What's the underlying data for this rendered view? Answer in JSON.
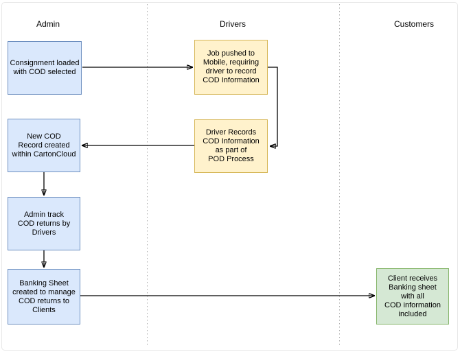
{
  "diagram": {
    "lanes": [
      {
        "label": "Admin"
      },
      {
        "label": "Drivers"
      },
      {
        "label": "Customers"
      }
    ],
    "nodes": [
      {
        "id": "consignment-loaded",
        "lane": "Admin",
        "type": "blue",
        "label": "Consignment loaded\nwith COD selected"
      },
      {
        "id": "job-pushed",
        "lane": "Drivers",
        "type": "yellow",
        "label": "Job pushed to\nMobile, requiring\ndriver to record\nCOD Information"
      },
      {
        "id": "new-cod-record",
        "lane": "Admin",
        "type": "blue",
        "label": "New COD\nRecord created\nwithin CartonCloud"
      },
      {
        "id": "driver-records",
        "lane": "Drivers",
        "type": "yellow",
        "label": "Driver Records\nCOD Information\nas part of\nPOD Process"
      },
      {
        "id": "admin-track",
        "lane": "Admin",
        "type": "blue",
        "label": "Admin track\nCOD returns by\nDrivers"
      },
      {
        "id": "banking-sheet",
        "lane": "Admin",
        "type": "blue",
        "label": "Banking Sheet\ncreated to manage\nCOD returns to\nClients"
      },
      {
        "id": "client-receives",
        "lane": "Customers",
        "type": "green",
        "label": "Client receives\nBanking sheet\nwith all\nCOD information\nincluded"
      }
    ],
    "edges": [
      {
        "from": "consignment-loaded",
        "to": "job-pushed"
      },
      {
        "from": "job-pushed",
        "to": "driver-records"
      },
      {
        "from": "driver-records",
        "to": "new-cod-record"
      },
      {
        "from": "new-cod-record",
        "to": "admin-track"
      },
      {
        "from": "admin-track",
        "to": "banking-sheet"
      },
      {
        "from": "banking-sheet",
        "to": "client-receives"
      }
    ],
    "colors": {
      "blue_fill": "#dae8fc",
      "blue_stroke": "#6c8ebf",
      "yellow_fill": "#fff2cc",
      "yellow_stroke": "#d6b656",
      "green_fill": "#d5e8d4",
      "green_stroke": "#82b366",
      "arrow": "#000000",
      "divider": "#ababab",
      "frame": "#e7e7e7"
    }
  }
}
